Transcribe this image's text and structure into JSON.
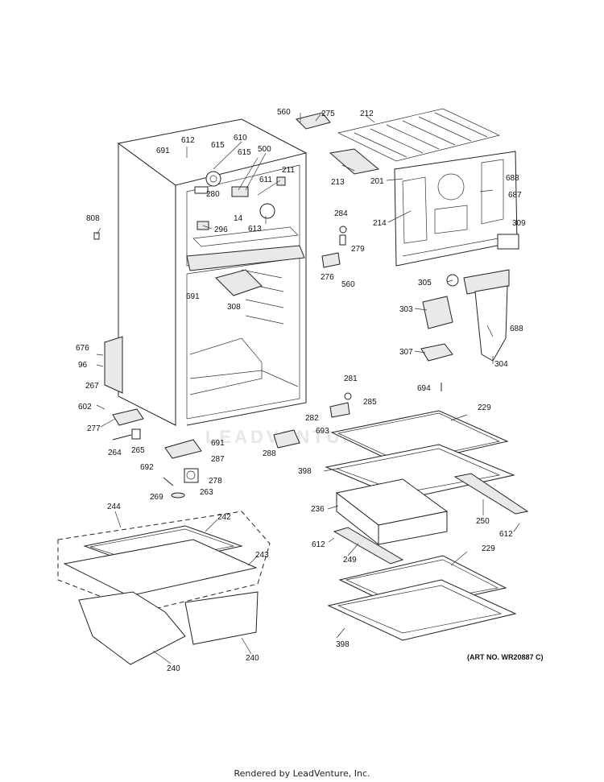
{
  "diagram": {
    "art_number": "(ART NO. WR20887 C)",
    "footer": "Rendered by LeadVenture, Inc.",
    "watermark": "LEADVENTURE",
    "part_labels": [
      "560",
      "275",
      "212",
      "612",
      "610",
      "691",
      "615",
      "615",
      "500",
      "211",
      "280",
      "611",
      "688",
      "687",
      "201",
      "214",
      "213",
      "14",
      "613",
      "296",
      "284",
      "279",
      "276",
      "560",
      "309",
      "305",
      "303",
      "688",
      "307",
      "304",
      "694",
      "808",
      "691",
      "308",
      "676",
      "96",
      "267",
      "602",
      "277",
      "264",
      "265",
      "691",
      "287",
      "692",
      "278",
      "269",
      "263",
      "288",
      "281",
      "285",
      "282",
      "693",
      "229",
      "398",
      "236",
      "250",
      "612",
      "612",
      "249",
      "244",
      "242",
      "243",
      "229",
      "398",
      "240",
      "240"
    ]
  }
}
